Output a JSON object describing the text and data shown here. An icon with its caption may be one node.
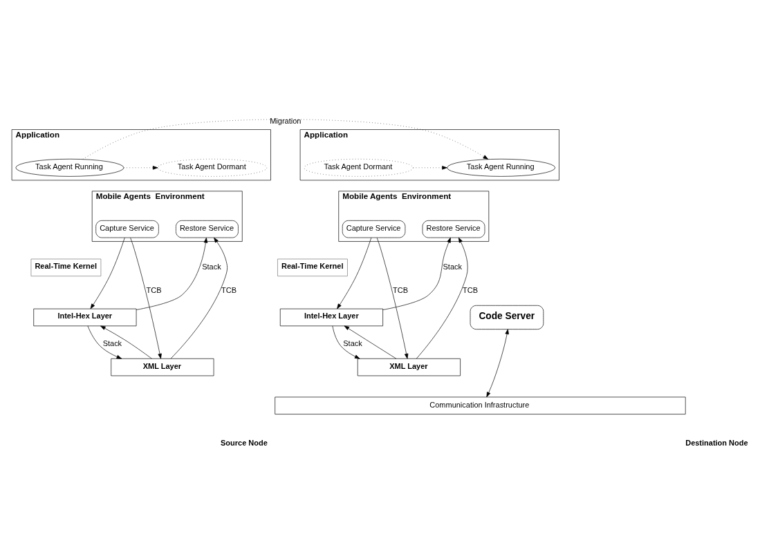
{
  "diagram": {
    "nodes": [
      {
        "text": [
          "Application"
        ]
      },
      {
        "text": [
          "Task Agent Running"
        ],
        "in": 0
      },
      {
        "text": [
          "Task Agent Dormant"
        ],
        "in": 0
      },
      {
        "text": [
          "Mobile Agents  Environment"
        ]
      },
      {
        "text": [
          "Capture Service"
        ],
        "in": 3
      },
      {
        "text": [
          "Restore Service"
        ],
        "in": 3
      },
      {
        "text": [
          "Real-Time Kernel"
        ]
      },
      {
        "text": [
          "Intel-Hex Layer"
        ]
      },
      {
        "text": [
          "XML Layer"
        ]
      },
      {
        "text": [
          "Application"
        ]
      },
      {
        "text": [
          "Task Agent Dormant"
        ],
        "in": 9
      },
      {
        "text": [
          "Task Agent Running"
        ],
        "in": 9
      },
      {
        "text": [
          "Mobile Agents  Environment"
        ]
      },
      {
        "text": [
          "Capture Service"
        ],
        "in": 12
      },
      {
        "text": [
          "Restore Service"
        ],
        "in": 12
      },
      {
        "text": [
          "Real-Time Kernel"
        ]
      },
      {
        "text": [
          "Intel-Hex Layer"
        ]
      },
      {
        "text": [
          "XML Layer"
        ]
      },
      {
        "text": [
          "Code Server"
        ]
      },
      {
        "text": [
          "Communication Infrastructure"
        ]
      }
    ],
    "edges": [
      {
        "from": 1,
        "to": 2,
        "arrow": "to",
        "style": "dashed"
      },
      {
        "from": 1,
        "to": 11,
        "arrow": "to",
        "style": "dashed",
        "label": "Migration"
      },
      {
        "from": 10,
        "to": 11,
        "arrow": "to",
        "style": "dashed"
      },
      {
        "from": 4,
        "to": 8,
        "arrow": "to",
        "label": "TCB"
      },
      {
        "from": 4,
        "to": 7,
        "arrow": "to"
      },
      {
        "from": 7,
        "to": 8,
        "arrow": "to",
        "label": "Stack"
      },
      {
        "from": 8,
        "to": 7,
        "arrow": "to"
      },
      {
        "from": 7,
        "to": 5,
        "arrow": "to",
        "label": "Stack"
      },
      {
        "from": 8,
        "to": 5,
        "arrow": "to",
        "label": "TCB"
      },
      {
        "from": 13,
        "to": 17,
        "arrow": "to",
        "label": "TCB"
      },
      {
        "from": 13,
        "to": 16,
        "arrow": "to"
      },
      {
        "from": 16,
        "to": 17,
        "arrow": "to",
        "label": "Stack"
      },
      {
        "from": 17,
        "to": 16,
        "arrow": "to"
      },
      {
        "from": 16,
        "to": 14,
        "arrow": "to",
        "label": "Stack"
      },
      {
        "from": 17,
        "to": 14,
        "arrow": "to",
        "label": "TCB"
      },
      {
        "from": 18,
        "to": 19,
        "arrow": "both"
      }
    ],
    "labels": [
      "Source Node",
      "Destination Node"
    ]
  }
}
